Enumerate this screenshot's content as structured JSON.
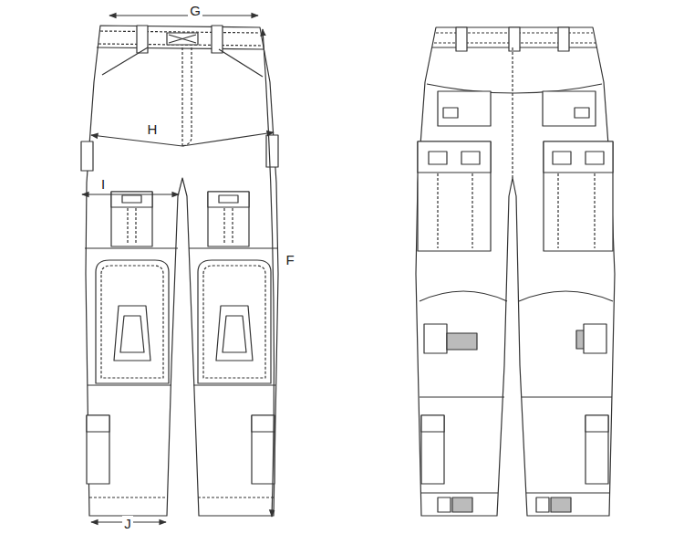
{
  "diagram": {
    "labels": [
      "G",
      "H",
      "I",
      "F",
      "J"
    ]
  }
}
